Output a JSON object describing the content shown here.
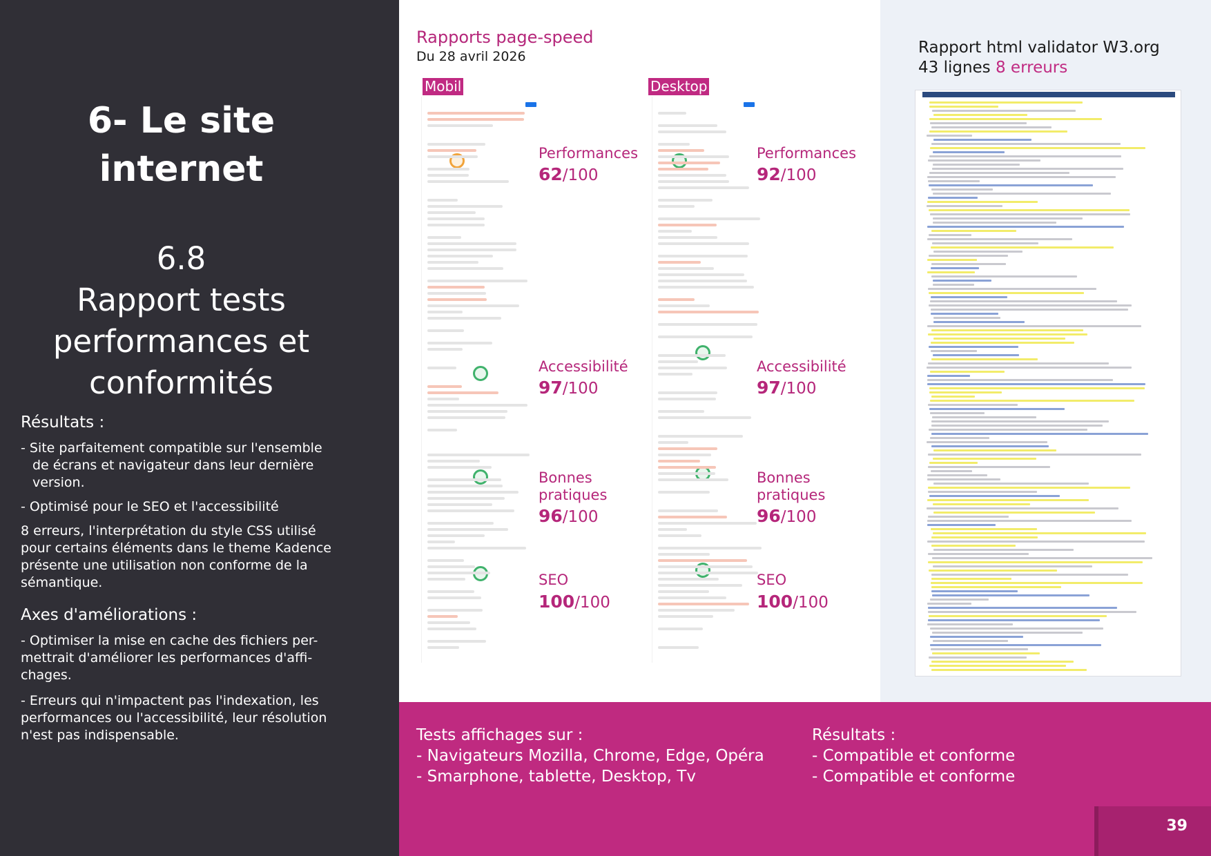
{
  "left": {
    "chapter_line1": "6- Le site",
    "chapter_line2": "internet",
    "section_num": "6.8",
    "section_line1": "Rapport tests",
    "section_line2": "performances et",
    "section_line3": "conformités",
    "results_heading": "Résultats :",
    "results_bullet1": "- Site parfaitement compatible sur l'ensemble de écrans et navigateur dans leur dernière version.",
    "results_bullet2": "- Optimisé pour le SEO et l'accessibilité",
    "errors_paragraph": "8 erreurs, l'interprétation du style CSS utilisé pour certains éléments dans le theme Kadence présente une utilisation non conforme de la sémantique.",
    "improvements_heading": "Axes d'améliorations :",
    "improvement1": "- Optimiser la mise en cache des fichiers per-mettrait d'améliorer les performances d'affi-chages.",
    "improvement2": "- Erreurs qui n'impactent pas l'indexation, les performances ou l'accessibilité, leur résolution n'est pas indispensable."
  },
  "pagespeed": {
    "title": "Rapports page-speed",
    "date": "Du 28 avril 2026",
    "mobile": {
      "tag": "Mobil",
      "scores": [
        {
          "name": "Performances",
          "value": "62",
          "max": "/100"
        },
        {
          "name": "Accessibilité",
          "value": "97",
          "max": "/100"
        },
        {
          "name_line1": "Bonnes",
          "name_line2": "pratiques",
          "value": "96",
          "max": "/100"
        },
        {
          "name": "SEO",
          "value": "100",
          "max": "/100"
        }
      ]
    },
    "desktop": {
      "tag": "Desktop",
      "scores": [
        {
          "name": "Performances",
          "value": "92",
          "max": "/100"
        },
        {
          "name": "Accessibilité",
          "value": "97",
          "max": "/100"
        },
        {
          "name_line1": "Bonnes",
          "name_line2": "pratiques",
          "value": "96",
          "max": "/100"
        },
        {
          "name": "SEO",
          "value": "100",
          "max": "/100"
        }
      ]
    }
  },
  "validator": {
    "title": "Rapport html validator W3.org",
    "lines": "43 lignes",
    "errors": "8 erreurs"
  },
  "tests": {
    "heading": "Tests affichages sur :",
    "line1": "- Navigateurs Mozilla, Chrome, Edge, Opéra",
    "line2": "- Smarphone, tablette, Desktop, Tv"
  },
  "results": {
    "heading": "Résultats :",
    "line1": "- Compatible et conforme",
    "line2": "- Compatible et conforme"
  },
  "page_number": "39",
  "colors": {
    "dark_panel": "#302f36",
    "accent_pink": "#bf2a80",
    "light_panel": "#edf1f7"
  }
}
